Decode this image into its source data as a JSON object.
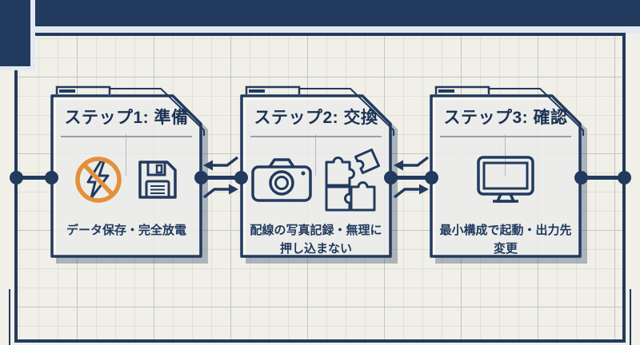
{
  "diagram": {
    "steps": [
      {
        "title": "ステップ1: 準備",
        "description": "データ保存・完全放電",
        "icons": [
          "no-power-icon",
          "save-floppy-icon"
        ]
      },
      {
        "title": "ステップ2: 交換",
        "description": "配線の写真記録・無理に押し込まない",
        "icons": [
          "camera-icon",
          "puzzle-icon"
        ]
      },
      {
        "title": "ステップ3: 確認",
        "description": "最小構成で起動・出力先変更",
        "icons": [
          "monitor-icon"
        ]
      }
    ],
    "connectors": {
      "between_cards": "swap-arrows (left arrow above, right arrow below)",
      "edges": "plain line with endpoint dots"
    },
    "colors": {
      "navy": "#223A5E",
      "paper": "#F0EFE8",
      "orange": "#E2903A",
      "card_background": "#FAF9F3",
      "light_edge": "#E3E9F2"
    }
  }
}
